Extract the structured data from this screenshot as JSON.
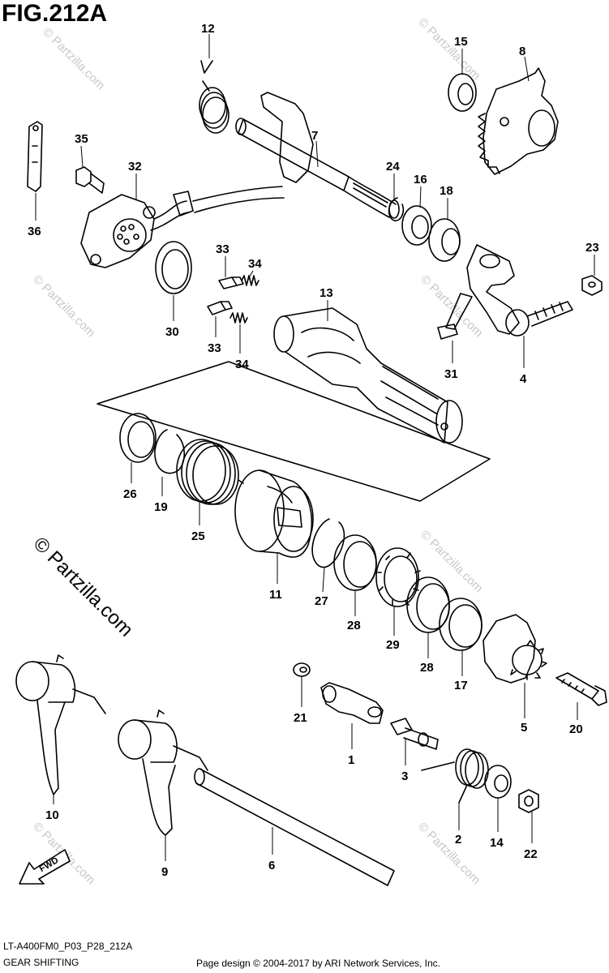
{
  "figure": {
    "title": "FIG.212A",
    "model_code": "LT-A400FM0_P03_P28_212A",
    "section_name": "GEAR SHIFTING",
    "copyright": "Page design © 2004-2017 by ARI Network Services, Inc."
  },
  "watermark": {
    "main": "© Partzilla.com",
    "repeat": "© Partzilla.com"
  },
  "fwd_label": "FWD",
  "callouts": [
    "12",
    "15",
    "8",
    "7",
    "35",
    "32",
    "24",
    "16",
    "18",
    "36",
    "23",
    "33",
    "34",
    "13",
    "30",
    "31",
    "4",
    "26",
    "19",
    "25",
    "11",
    "27",
    "28",
    "29",
    "17",
    "5",
    "21",
    "20",
    "10",
    "9",
    "1",
    "3",
    "6",
    "2",
    "14",
    "22"
  ]
}
